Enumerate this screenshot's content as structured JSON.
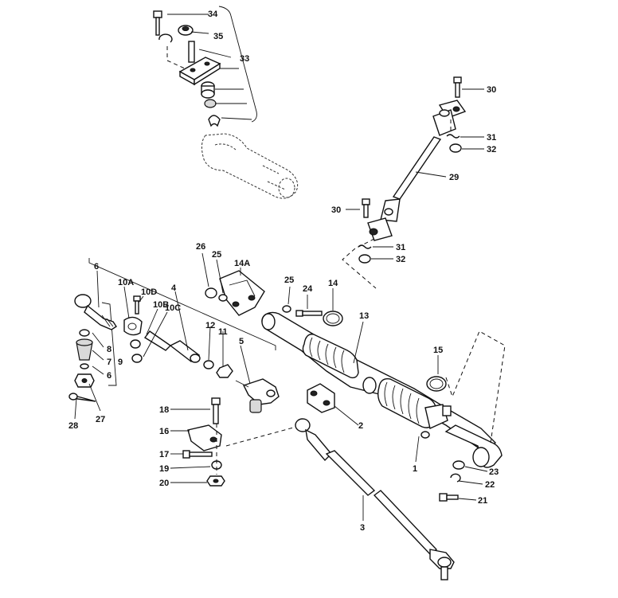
{
  "diagram": {
    "callouts": [
      "34",
      "35",
      "33",
      "30",
      "31",
      "32",
      "29",
      "30",
      "31",
      "32",
      "26",
      "25",
      "14A",
      "25",
      "24",
      "14",
      "13",
      "6",
      "10A",
      "10D",
      "4",
      "10B",
      "10C",
      "8",
      "7",
      "9",
      "6",
      "12",
      "11",
      "5",
      "15",
      "28",
      "27",
      "18",
      "16",
      "17",
      "19",
      "20",
      "2",
      "1",
      "23",
      "22",
      "21",
      "3"
    ]
  }
}
